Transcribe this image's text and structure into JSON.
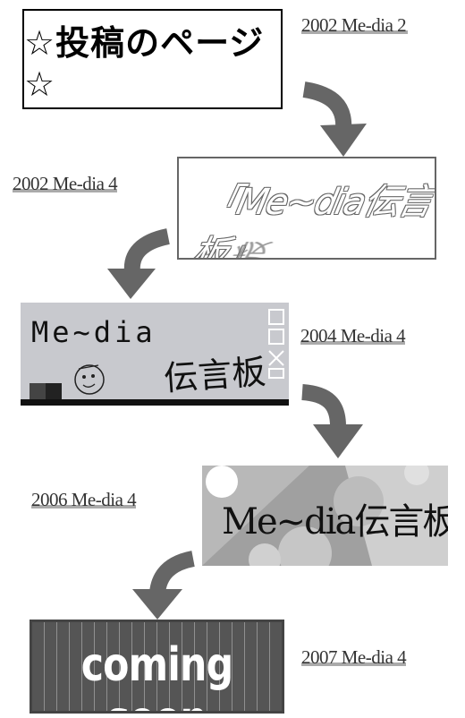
{
  "banners": [
    {
      "text": "☆投稿のページ☆",
      "caption": "2002 Me-dia 2"
    },
    {
      "text": "「Me~dia伝言板」",
      "caption": "2002 Me-dia 4"
    },
    {
      "text_latin": "Me~dia",
      "text_kanji": "伝言板",
      "caption": "2004 Me-dia 4"
    },
    {
      "text": "Me~dia伝言板",
      "caption": "2006 Me-dia 4"
    },
    {
      "text": "coming soon",
      "caption": "2007 Me-dia 4"
    }
  ]
}
